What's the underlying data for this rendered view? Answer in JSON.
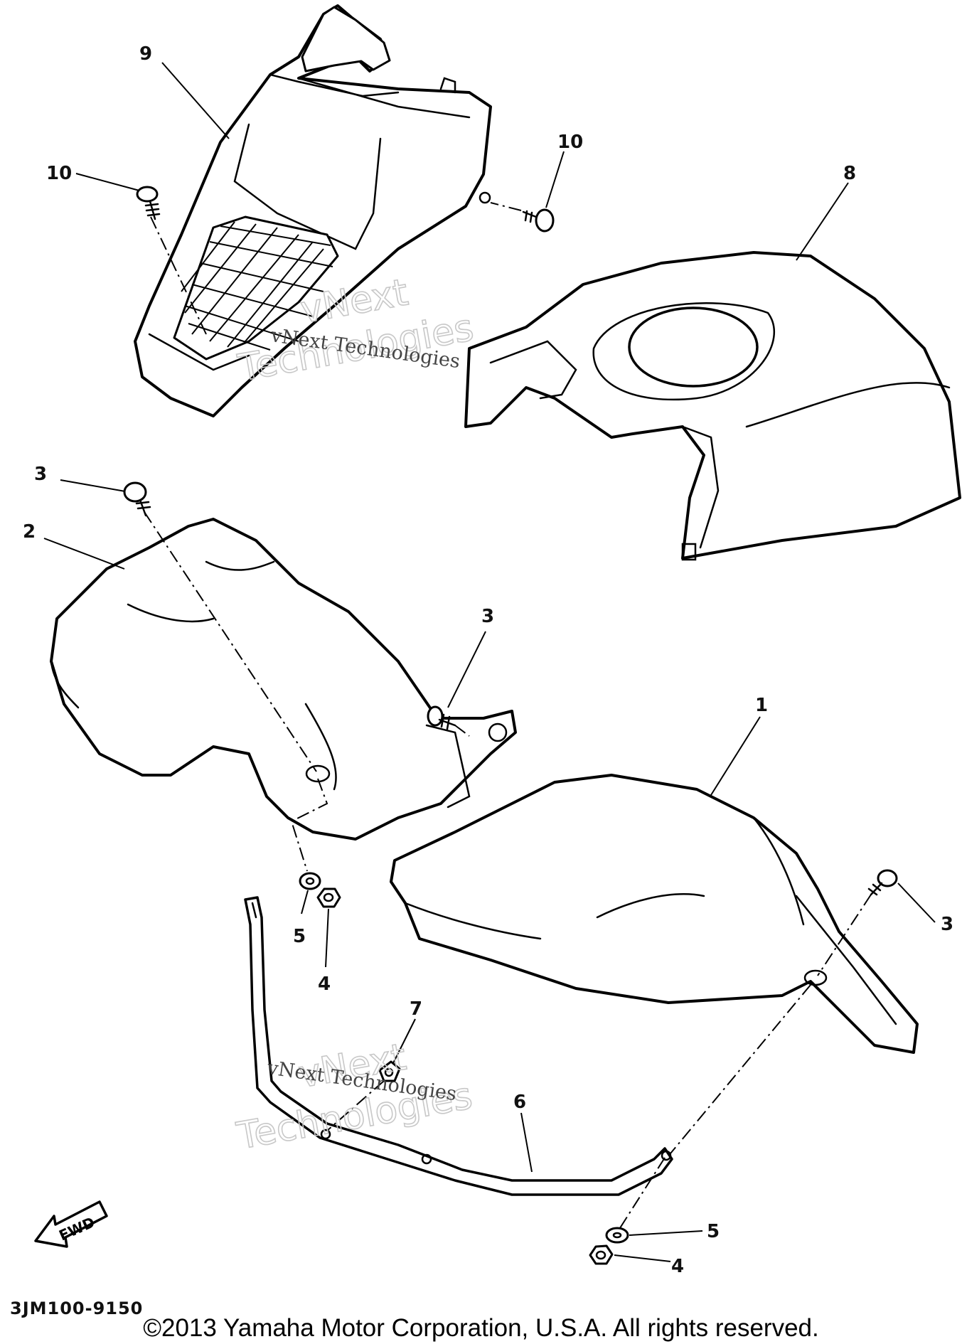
{
  "diagram": {
    "callouts": {
      "part_1": "1",
      "part_2": "2",
      "part_3_a": "3",
      "part_3_b": "3",
      "part_3_c": "3",
      "part_4_a": "4",
      "part_4_b": "4",
      "part_5_a": "5",
      "part_5_b": "5",
      "part_6": "6",
      "part_7": "7",
      "part_8": "8",
      "part_9": "9",
      "part_10_a": "10",
      "part_10_b": "10"
    },
    "direction_arrow": "FWD",
    "watermark_upper": [
      "vNext",
      "Technologies"
    ],
    "watermark_lower": [
      "vNext",
      "Technologies"
    ],
    "watermark_small_upper": "vNext Technologies",
    "watermark_small_lower": "vNext Technologies",
    "diagram_code": "3JM100-9150",
    "copyright": "©2013 Yamaha Motor Corporation, U.S.A. All rights reserved."
  }
}
